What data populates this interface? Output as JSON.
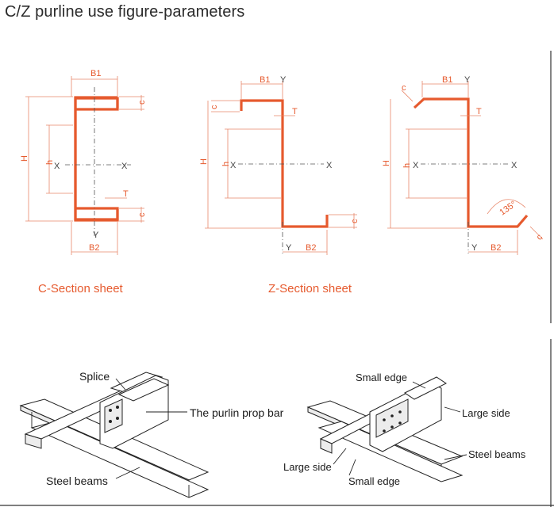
{
  "title": "C/Z purline use figure-parameters",
  "profile_color": "#e65a2e",
  "c_section": {
    "caption": "C-Section sheet",
    "labels": {
      "b1": "B1",
      "b2": "B2",
      "h_upper": "H",
      "h_lower": "h",
      "c_top": "c",
      "c_bot": "c",
      "t": "T",
      "x_left": "X",
      "x_right": "X",
      "y": "Y"
    }
  },
  "z_section_1": {
    "labels": {
      "b1": "B1",
      "y_top": "Y",
      "t": "T",
      "c_top": "c",
      "h_upper": "H",
      "h_lower": "h",
      "x_left": "X",
      "x_right": "X",
      "c_bot": "c",
      "y_bot": "Y",
      "b2": "B2"
    }
  },
  "z_section_2": {
    "labels": {
      "b1": "B1",
      "y_top": "Y",
      "t": "T",
      "c_top": "c",
      "h_upper": "H",
      "h_lower": "h",
      "x_left": "X",
      "x_right": "X",
      "angle": "135°",
      "c_bot": "c",
      "y_bot": "Y",
      "b2": "B2"
    }
  },
  "z_caption": "Z-Section sheet",
  "install_left": {
    "labels": {
      "splice": "Splice",
      "prop_bar": "The purlin prop bar",
      "steel_beams": "Steel beams"
    }
  },
  "install_right": {
    "labels": {
      "small_edge_top": "Small edge",
      "large_side_right": "Large side",
      "steel_beams": "Steel beams",
      "large_side_left": "Large side",
      "small_edge_bottom": "Small edge"
    }
  }
}
